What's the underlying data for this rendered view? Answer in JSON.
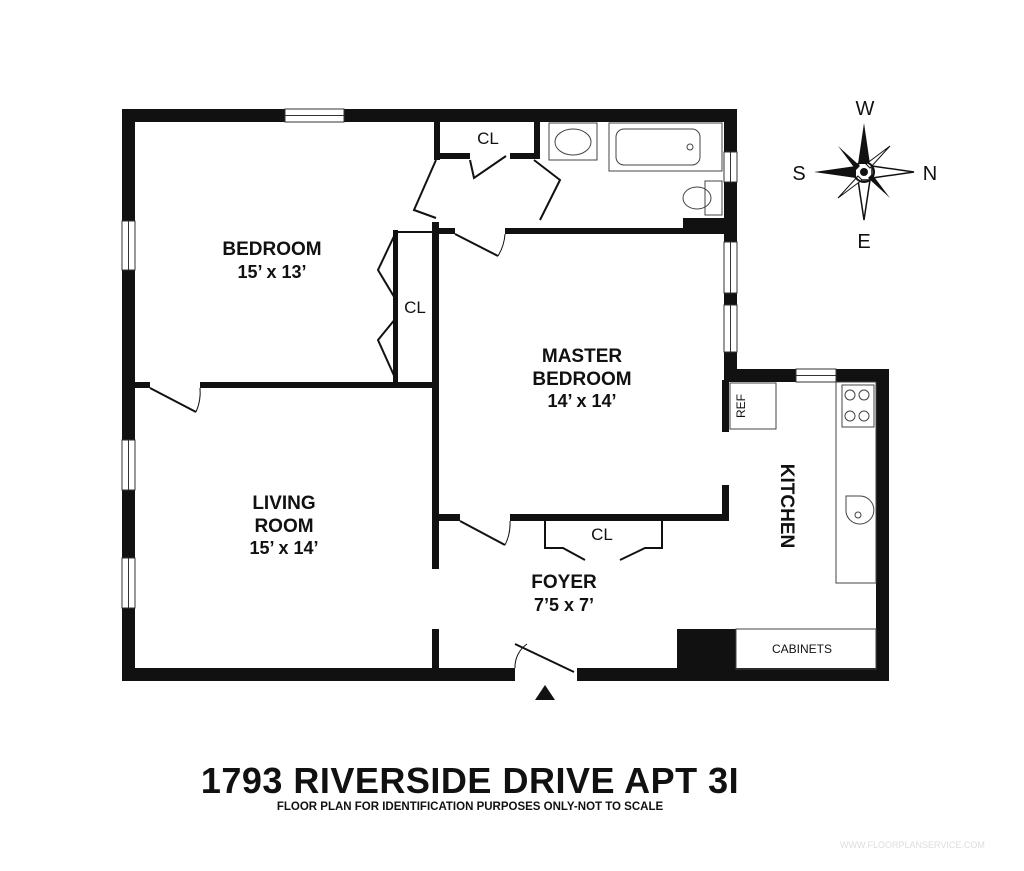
{
  "rooms": {
    "bedroom": {
      "name": "BEDROOM",
      "size": "15’ x 13’"
    },
    "master": {
      "name_line1": "MASTER",
      "name_line2": "BEDROOM",
      "size": "14’ x 14’"
    },
    "living": {
      "name_line1": "LIVING",
      "name_line2": "ROOM",
      "size": "15’ x 14’"
    },
    "foyer": {
      "name": "FOYER",
      "size": "7’5 x 7’"
    },
    "kitchen": {
      "name": "KITCHEN"
    }
  },
  "closet_label": "CL",
  "fixtures": {
    "ref": "REF",
    "cabinets": "CABINETS"
  },
  "compass": {
    "north": "N",
    "south": "S",
    "east": "E",
    "west": "W"
  },
  "title": "1793 RIVERSIDE DRIVE APT 3I",
  "subtitle": "FLOOR PLAN FOR IDENTIFICATION PURPOSES ONLY-NOT TO SCALE",
  "watermark": "WWW.FLOORPLANSERVICE.COM",
  "colors": {
    "wall": "#111111",
    "line": "#333333",
    "background": "#ffffff"
  }
}
